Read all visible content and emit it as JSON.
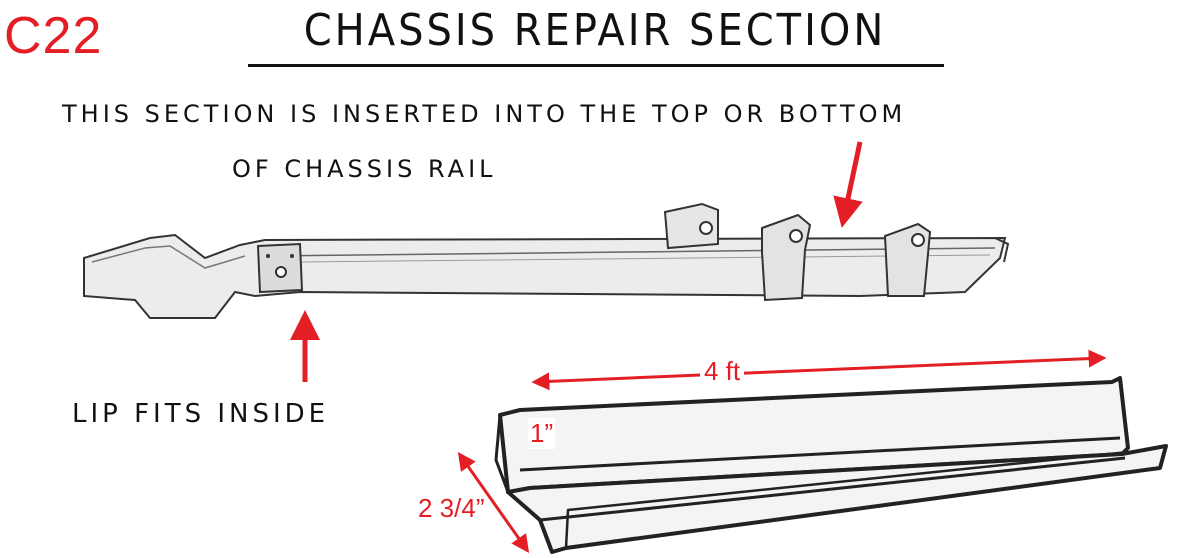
{
  "code": "C22",
  "title": "CHASSIS REPAIR SECTION",
  "description": {
    "line1": "THIS SECTION IS INSERTED  INTO THE TOP OR BOTTOM",
    "line2": "OF  CHASSIS RAIL"
  },
  "callout": "LIP  FITS  INSIDE",
  "dimensions": {
    "length": "4 ft",
    "lip": "1”",
    "height": "2 3/4”"
  },
  "colors": {
    "annotation": "#e31e24",
    "ink": "#111111"
  }
}
